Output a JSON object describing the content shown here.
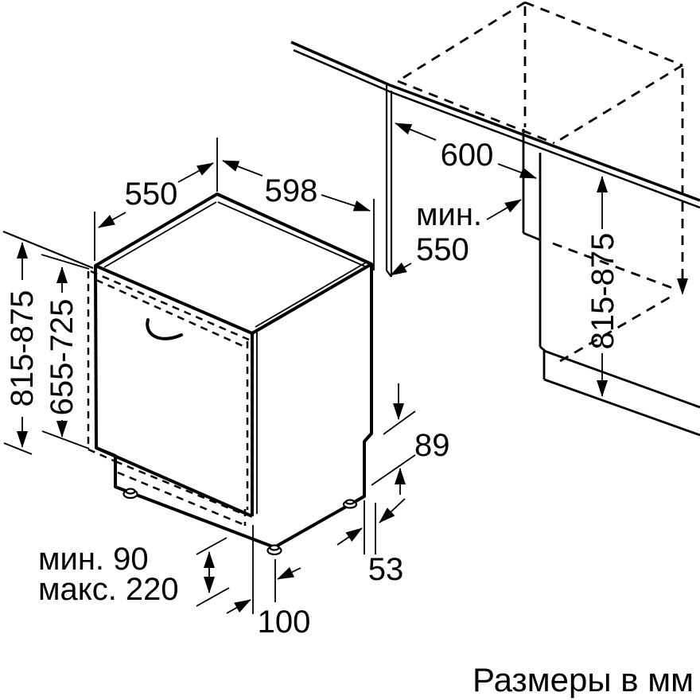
{
  "diagram": {
    "type": "installation-dimension-drawing",
    "caption": "Размеры в мм",
    "colors": {
      "line": "#000000",
      "background": "#ffffff"
    },
    "dimensions": {
      "top_depth": "550",
      "top_width": "598",
      "niche_width": "600",
      "niche_min_prefix": "мин.",
      "niche_min_value": "550",
      "height_left": "815-875",
      "door_panel_height": "655-725",
      "height_right": "815-875",
      "rear_step_height": "89",
      "rear_foot_offset": "53",
      "front_foot_offset": "100",
      "plinth_min": "мин. 90",
      "plinth_max": "макс. 220"
    }
  }
}
